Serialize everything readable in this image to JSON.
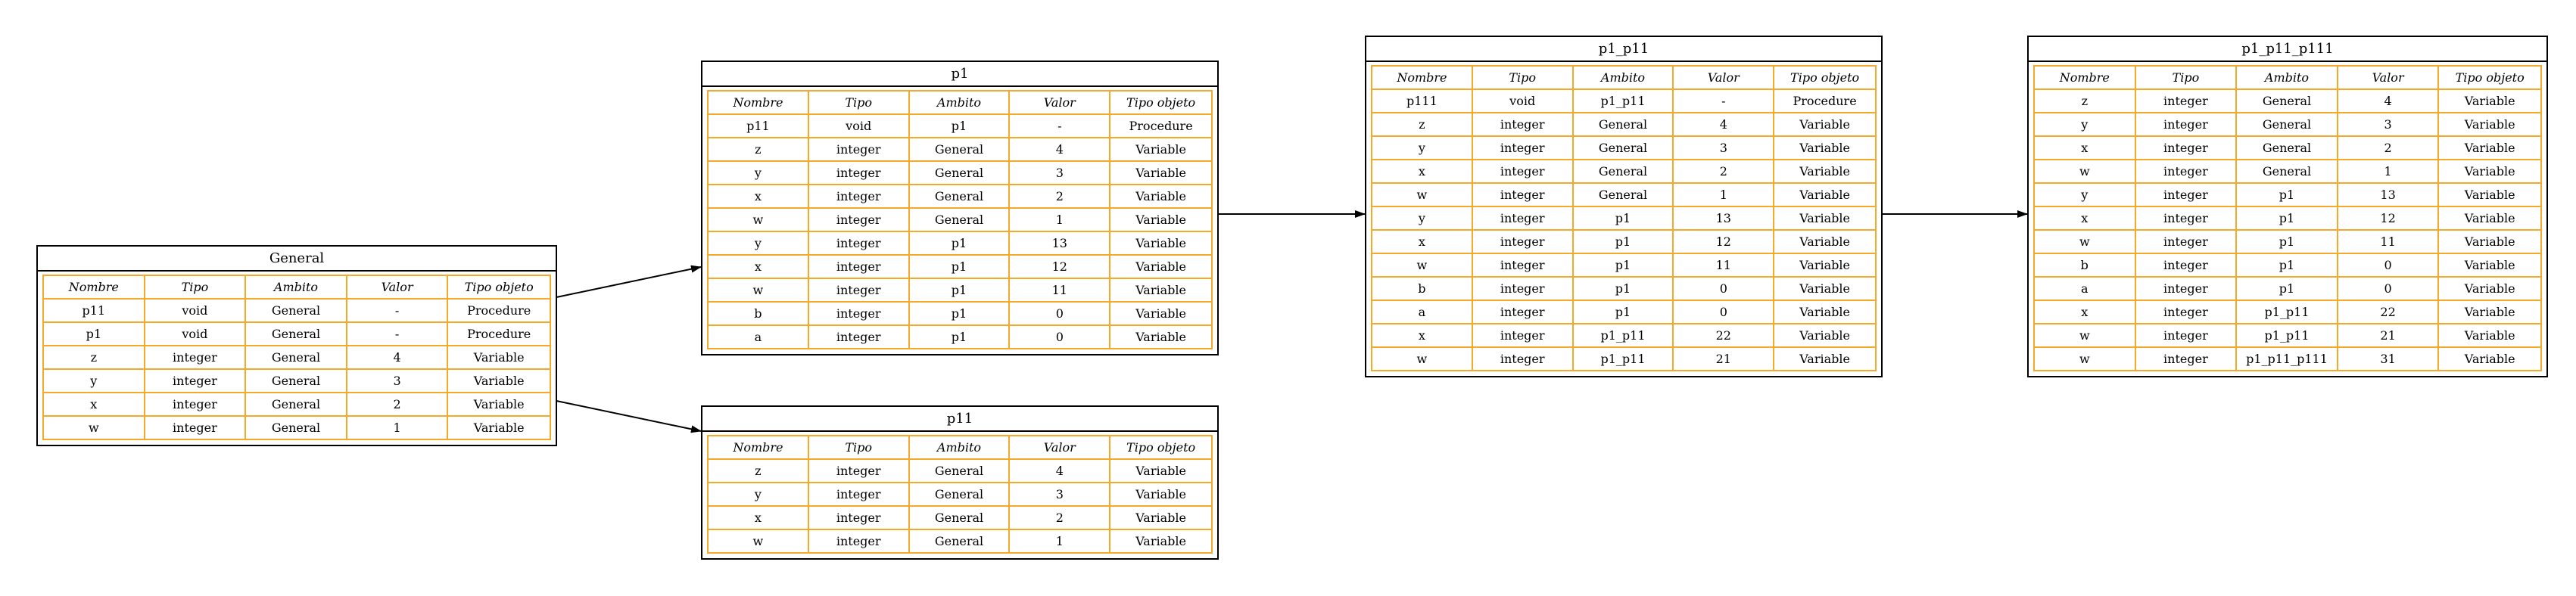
{
  "headers": [
    "Nombre",
    "Tipo",
    "Ambito",
    "Valor",
    "Tipo objeto"
  ],
  "colors": {
    "table_border": "#f4a92a",
    "edge": "#000000"
  },
  "tables": [
    {
      "id": "general",
      "title": "General",
      "rows": [
        [
          "p11",
          "void",
          "General",
          "-",
          "Procedure"
        ],
        [
          "p1",
          "void",
          "General",
          "-",
          "Procedure"
        ],
        [
          "z",
          "integer",
          "General",
          "4",
          "Variable"
        ],
        [
          "y",
          "integer",
          "General",
          "3",
          "Variable"
        ],
        [
          "x",
          "integer",
          "General",
          "2",
          "Variable"
        ],
        [
          "w",
          "integer",
          "General",
          "1",
          "Variable"
        ]
      ]
    },
    {
      "id": "p1",
      "title": "p1",
      "rows": [
        [
          "p11",
          "void",
          "p1",
          "-",
          "Procedure"
        ],
        [
          "z",
          "integer",
          "General",
          "4",
          "Variable"
        ],
        [
          "y",
          "integer",
          "General",
          "3",
          "Variable"
        ],
        [
          "x",
          "integer",
          "General",
          "2",
          "Variable"
        ],
        [
          "w",
          "integer",
          "General",
          "1",
          "Variable"
        ],
        [
          "y",
          "integer",
          "p1",
          "13",
          "Variable"
        ],
        [
          "x",
          "integer",
          "p1",
          "12",
          "Variable"
        ],
        [
          "w",
          "integer",
          "p1",
          "11",
          "Variable"
        ],
        [
          "b",
          "integer",
          "p1",
          "0",
          "Variable"
        ],
        [
          "a",
          "integer",
          "p1",
          "0",
          "Variable"
        ]
      ]
    },
    {
      "id": "p11",
      "title": "p11",
      "rows": [
        [
          "z",
          "integer",
          "General",
          "4",
          "Variable"
        ],
        [
          "y",
          "integer",
          "General",
          "3",
          "Variable"
        ],
        [
          "x",
          "integer",
          "General",
          "2",
          "Variable"
        ],
        [
          "w",
          "integer",
          "General",
          "1",
          "Variable"
        ]
      ]
    },
    {
      "id": "p1_p11",
      "title": "p1_p11",
      "rows": [
        [
          "p111",
          "void",
          "p1_p11",
          "-",
          "Procedure"
        ],
        [
          "z",
          "integer",
          "General",
          "4",
          "Variable"
        ],
        [
          "y",
          "integer",
          "General",
          "3",
          "Variable"
        ],
        [
          "x",
          "integer",
          "General",
          "2",
          "Variable"
        ],
        [
          "w",
          "integer",
          "General",
          "1",
          "Variable"
        ],
        [
          "y",
          "integer",
          "p1",
          "13",
          "Variable"
        ],
        [
          "x",
          "integer",
          "p1",
          "12",
          "Variable"
        ],
        [
          "w",
          "integer",
          "p1",
          "11",
          "Variable"
        ],
        [
          "b",
          "integer",
          "p1",
          "0",
          "Variable"
        ],
        [
          "a",
          "integer",
          "p1",
          "0",
          "Variable"
        ],
        [
          "x",
          "integer",
          "p1_p11",
          "22",
          "Variable"
        ],
        [
          "w",
          "integer",
          "p1_p11",
          "21",
          "Variable"
        ]
      ]
    },
    {
      "id": "p1_p11_p111",
      "title": "p1_p11_p111",
      "rows": [
        [
          "z",
          "integer",
          "General",
          "4",
          "Variable"
        ],
        [
          "y",
          "integer",
          "General",
          "3",
          "Variable"
        ],
        [
          "x",
          "integer",
          "General",
          "2",
          "Variable"
        ],
        [
          "w",
          "integer",
          "General",
          "1",
          "Variable"
        ],
        [
          "y",
          "integer",
          "p1",
          "13",
          "Variable"
        ],
        [
          "x",
          "integer",
          "p1",
          "12",
          "Variable"
        ],
        [
          "w",
          "integer",
          "p1",
          "11",
          "Variable"
        ],
        [
          "b",
          "integer",
          "p1",
          "0",
          "Variable"
        ],
        [
          "a",
          "integer",
          "p1",
          "0",
          "Variable"
        ],
        [
          "x",
          "integer",
          "p1_p11",
          "22",
          "Variable"
        ],
        [
          "w",
          "integer",
          "p1_p11",
          "21",
          "Variable"
        ],
        [
          "w",
          "integer",
          "p1_p11_p111",
          "31",
          "Variable"
        ]
      ]
    }
  ],
  "edges": [
    {
      "from": "general",
      "to": "p1"
    },
    {
      "from": "general",
      "to": "p11"
    },
    {
      "from": "p1",
      "to": "p1_p11"
    },
    {
      "from": "p1_p11",
      "to": "p1_p11_p111"
    }
  ]
}
